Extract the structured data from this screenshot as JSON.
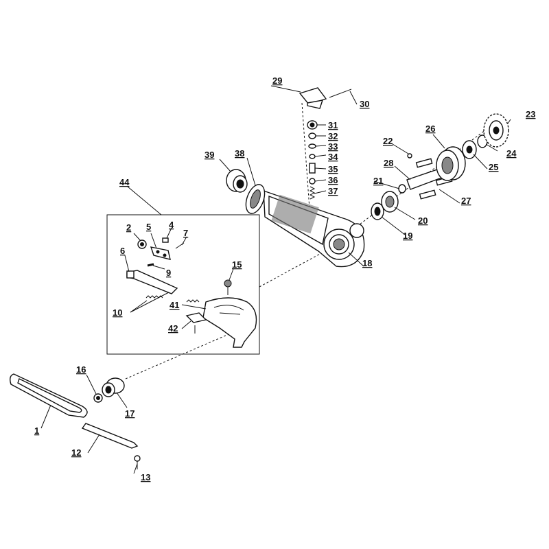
{
  "labels": {
    "p1": "1",
    "p2": "2",
    "p4": "4",
    "p5": "5",
    "p6": "6",
    "p7": "7",
    "p9": "9",
    "p10": "10",
    "p12": "12",
    "p13": "13",
    "p15": "15",
    "p16": "16",
    "p17": "17",
    "p18": "18",
    "p19": "19",
    "p20": "20",
    "p21": "21",
    "p22": "22",
    "p23": "23",
    "p24": "24",
    "p25": "25",
    "p26": "26",
    "p27": "27",
    "p28": "28",
    "p29": "29",
    "p30": "30",
    "p31": "31",
    "p32": "32",
    "p33": "33",
    "p34": "34",
    "p35": "35",
    "p36": "36",
    "p37": "37",
    "p38": "38",
    "p39": "39",
    "p41": "41",
    "p42": "42",
    "p44": "44"
  }
}
